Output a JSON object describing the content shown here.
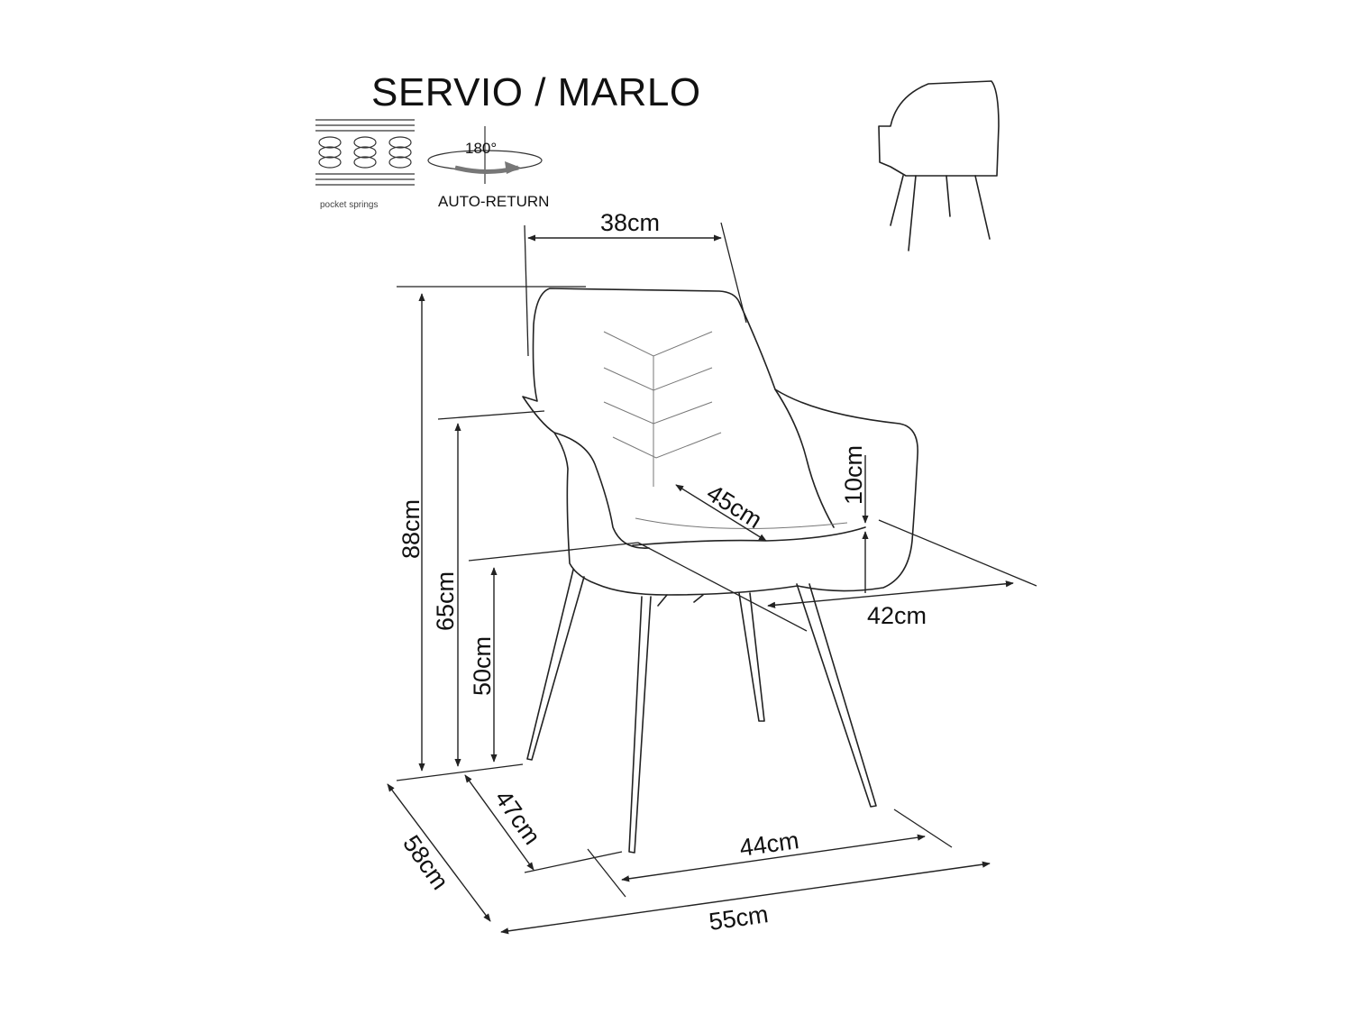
{
  "title": "SERVIO / MARLO",
  "features": {
    "springs_label": "pocket springs",
    "rotation_angle": "180°",
    "rotation_label": "AUTO-RETURN"
  },
  "dimensions": {
    "back_width": "38cm",
    "total_height": "88cm",
    "armrest_height": "65cm",
    "seat_height": "50cm",
    "armrest_above_seat": "10cm",
    "seat_depth": "45cm",
    "seat_width": "42cm",
    "leg_depth": "47cm",
    "total_depth": "58cm",
    "leg_width": "44cm",
    "total_width": "55cm"
  },
  "icons": [
    "spring-icon",
    "rotation-icon",
    "chair-thumbnail"
  ]
}
